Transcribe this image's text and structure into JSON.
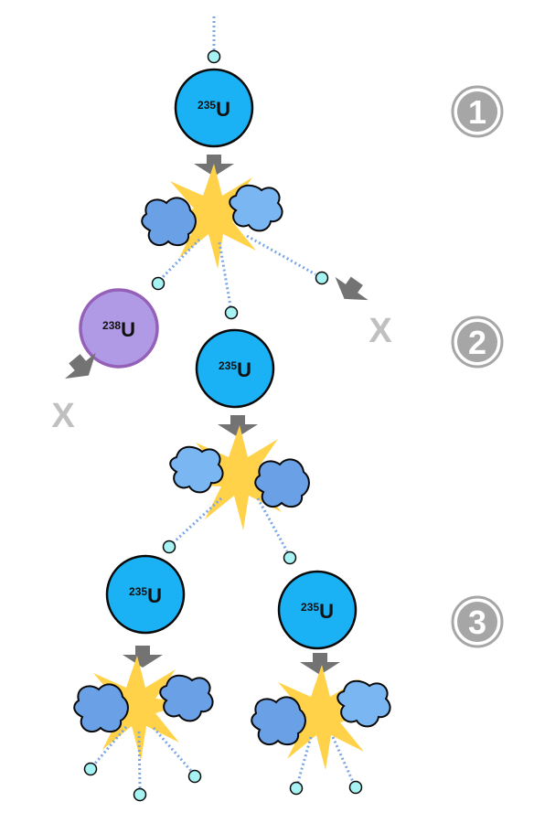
{
  "nuclei": [
    {
      "id": "n1",
      "mass": "235",
      "symbol": "U",
      "kind": "fissile"
    },
    {
      "id": "n2",
      "mass": "238",
      "symbol": "U",
      "kind": "absorber"
    },
    {
      "id": "n3",
      "mass": "235",
      "symbol": "U",
      "kind": "fissile"
    },
    {
      "id": "n4",
      "mass": "235",
      "symbol": "U",
      "kind": "fissile"
    },
    {
      "id": "n5",
      "mass": "235",
      "symbol": "U",
      "kind": "fissile"
    }
  ],
  "steps": [
    "1",
    "2",
    "3"
  ],
  "lost_marker": "X",
  "colors": {
    "fissile": "#1ab2f5",
    "absorber": "#b09ae6",
    "absorber_rim": "#9560b8",
    "neutron": "#a7f2f2",
    "neutron_path": "#7aa6e6",
    "arrow": "#737373",
    "flash": "#ffd24a",
    "fragment_a": "#6aa0e6",
    "fragment_b": "#7ab6f2",
    "step_badge": "#a6a6a6",
    "lost_marker": "#c0c0c0"
  },
  "icons": {
    "neutron": "small-circle",
    "transition": "down-arrow",
    "fission": "starburst",
    "lost": "x-mark"
  }
}
